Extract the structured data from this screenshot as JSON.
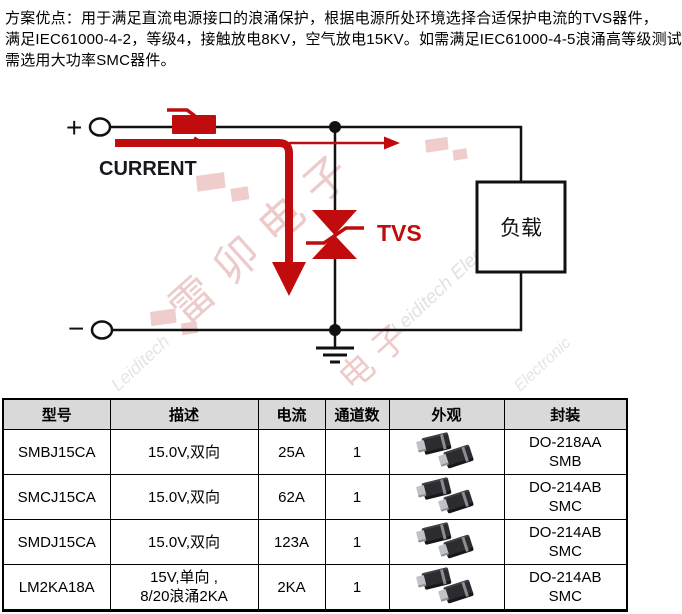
{
  "intro": {
    "lines": [
      "方案优点：用于满足直流电源接口的浪涌保护，根据电源所处环境选择合适保护电流的TVS器件，",
      "满足IEC61000-4-2，等级4，接触放电8KV，空气放电15KV。如需满足IEC61000-4-5浪涌高等级测试",
      "需选用大功率SMC器件。"
    ]
  },
  "circuit": {
    "plus_label": "+",
    "minus_label": "−",
    "current_label": "CURRENT",
    "tvs_label": "TVS",
    "load_label": "负载",
    "colors": {
      "red": "#C00C0C",
      "wire": "#111111"
    },
    "watermark": {
      "cn_full": "雷卯电子",
      "cn_part": "电子",
      "en": "Leiditech Electronic",
      "en_part1": "Leiditech",
      "en_part2": "Electronic"
    }
  },
  "table": {
    "headers": [
      "型号",
      "描述",
      "电流",
      "通道数",
      "外观",
      "封装"
    ],
    "rows": [
      {
        "model": "SMBJ15CA",
        "desc": "15.0V,双向",
        "desc2": "",
        "current": "25A",
        "channels": "1",
        "appearance_icon": "smd-package-photo",
        "package": "DO-218AA",
        "package2": "SMB"
      },
      {
        "model": "SMCJ15CA",
        "desc": "15.0V,双向",
        "desc2": "",
        "current": "62A",
        "channels": "1",
        "appearance_icon": "smd-package-photo",
        "package": "DO-214AB",
        "package2": "SMC"
      },
      {
        "model": "SMDJ15CA",
        "desc": "15.0V,双向",
        "desc2": "",
        "current": "123A",
        "channels": "1",
        "appearance_icon": "smd-package-photo",
        "package": "DO-214AB",
        "package2": "SMC"
      },
      {
        "model": "LM2KA18A",
        "desc": "15V,单向 ,",
        "desc2": "8/20浪涌2KA",
        "current": "2KA",
        "channels": "1",
        "appearance_icon": "smd-package-photo",
        "package": "DO-214AB",
        "package2": "SMC"
      }
    ]
  }
}
